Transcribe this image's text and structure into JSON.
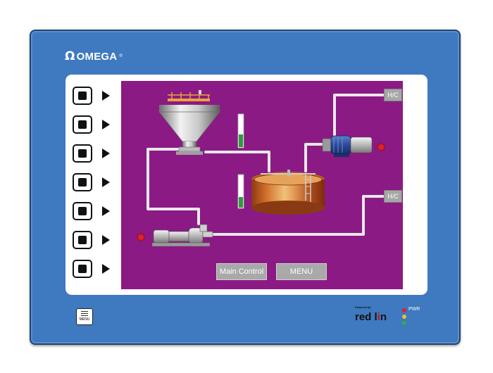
{
  "brand": {
    "logo_symbol": "Ω",
    "logo_text": "OMEGA",
    "logo_reg": "®"
  },
  "softkeys": [
    {
      "id": 1
    },
    {
      "id": 2
    },
    {
      "id": 3
    },
    {
      "id": 4
    },
    {
      "id": 5
    },
    {
      "id": 6
    },
    {
      "id": 7
    }
  ],
  "screen": {
    "hc_top_label": "H/C",
    "hc_bottom_label": "H/C",
    "main_control_label": "Main Control",
    "menu_label": "MENU"
  },
  "bezel": {
    "menu_key_label": "MENU",
    "powered_by": "Powered by",
    "maker_left": "red l",
    "maker_accent": "i",
    "maker_right": "n",
    "pwr_label": "PWR"
  },
  "colors": {
    "bezel": "#3f79bf",
    "screen": "#8b1a84",
    "pipe": "#e8e8e8",
    "alarm": "#e0202a",
    "level_green": "#2e9b3a"
  }
}
